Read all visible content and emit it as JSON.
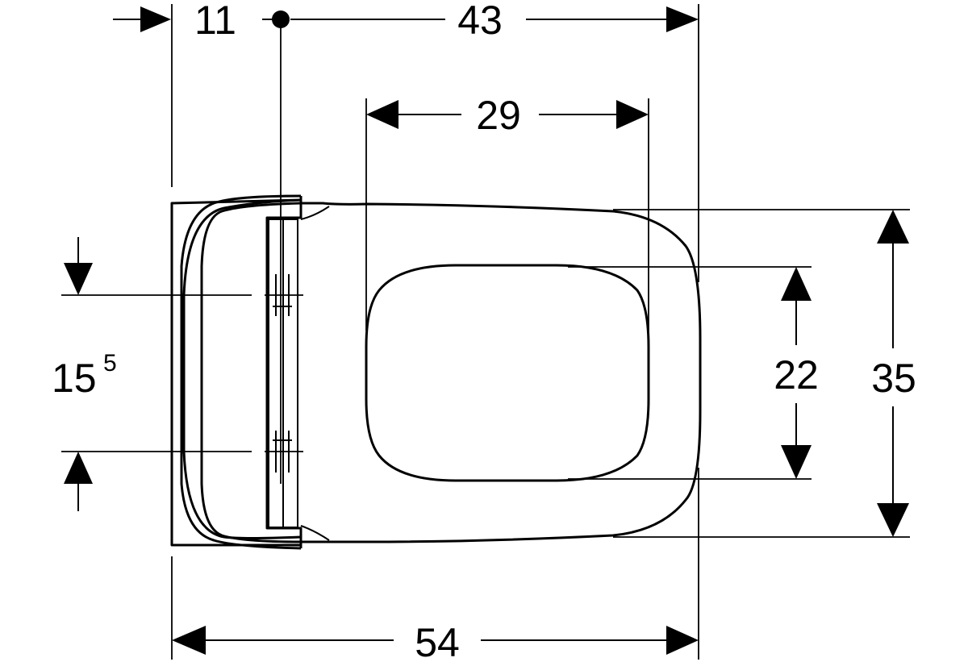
{
  "dimensions": {
    "offset_top": "11",
    "outlet_to_front": "43",
    "opening_length": "29",
    "fixing_spacing_main": "15",
    "fixing_spacing_sup": "5",
    "opening_width": "22",
    "overall_width": "35",
    "overall_length": "54"
  }
}
